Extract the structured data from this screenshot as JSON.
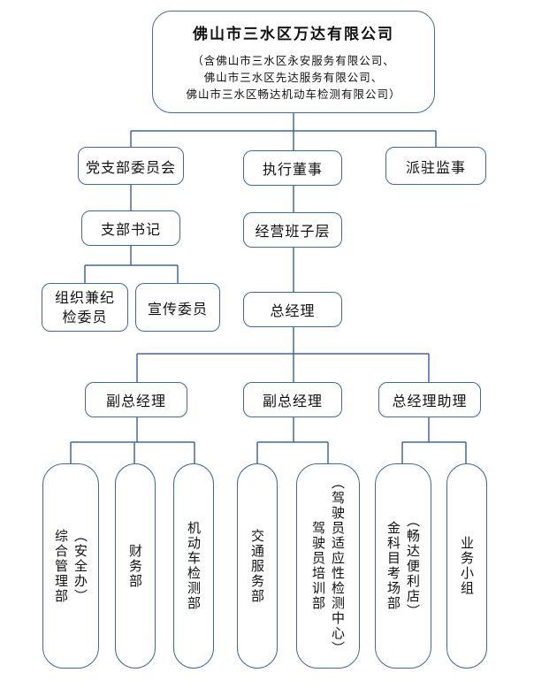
{
  "company": {
    "name": "佛山市三水区万达有限公司",
    "note_lines": [
      "（含佛山市三水区永安服务有限公司、",
      "佛山市三水区先达服务有限公司、",
      "佛山市三水区畅达机动车检测有限公司）"
    ]
  },
  "level1": {
    "party": "党支部委员会",
    "executive": "执行董事",
    "supervisor": "派驻监事"
  },
  "party_branch": {
    "secretary": "支部书记",
    "discipline_lines": [
      "组织兼纪",
      "检委员"
    ],
    "publicity": "宣传委员"
  },
  "management": {
    "team": "经营班子层",
    "gm": "总经理",
    "deputy_gm_1": "副总经理",
    "deputy_gm_2": "副总经理",
    "gm_assistant": "总经理助理"
  },
  "departments": {
    "general_mgmt": {
      "col1": "（安全办）",
      "col2": "综合管理部"
    },
    "finance": "财务部",
    "vehicle_inspection": "机动车检测部",
    "traffic_service": "交通服务部",
    "driver_center": {
      "col1": "（驾驶员适应性检测中心）",
      "col2": "驾驶员培训部"
    },
    "exam_site": {
      "col1": "（畅达便利店）",
      "col2": "金科目考场部"
    },
    "business_group": "业务小组"
  }
}
